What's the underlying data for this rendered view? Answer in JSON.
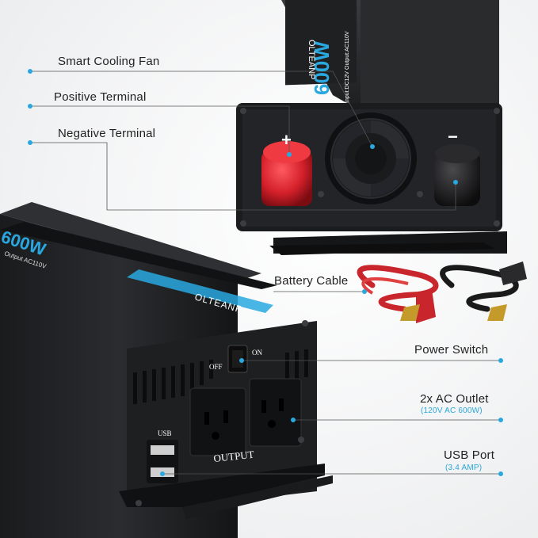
{
  "callouts": {
    "fan": "Smart Cooling Fan",
    "positive": "Positive Terminal",
    "negative": "Negative Terminal",
    "battery_cable": "Battery Cable",
    "power_switch": "Power Switch",
    "ac_outlet": "2x AC Outlet",
    "ac_outlet_spec": "(120V AC 600W)",
    "usb_port": "USB Port",
    "usb_port_spec": "(3.4 AMP)"
  },
  "device_markings": {
    "top_power": "600W",
    "top_brand": "OLTEANP",
    "top_io": "Input:DC12V Output:AC110V",
    "front_power": "600W",
    "front_brand": "OLTEANP",
    "front_io": "Output AC110V",
    "switch_off": "OFF",
    "switch_on": "ON",
    "usb_label": "USB",
    "output_label": "OUTPUT",
    "plus_sign": "+",
    "minus_sign": "−"
  },
  "colors": {
    "accent": "#29a8e0",
    "body": "#1e1f21",
    "terminal_red": "#d4202a"
  }
}
